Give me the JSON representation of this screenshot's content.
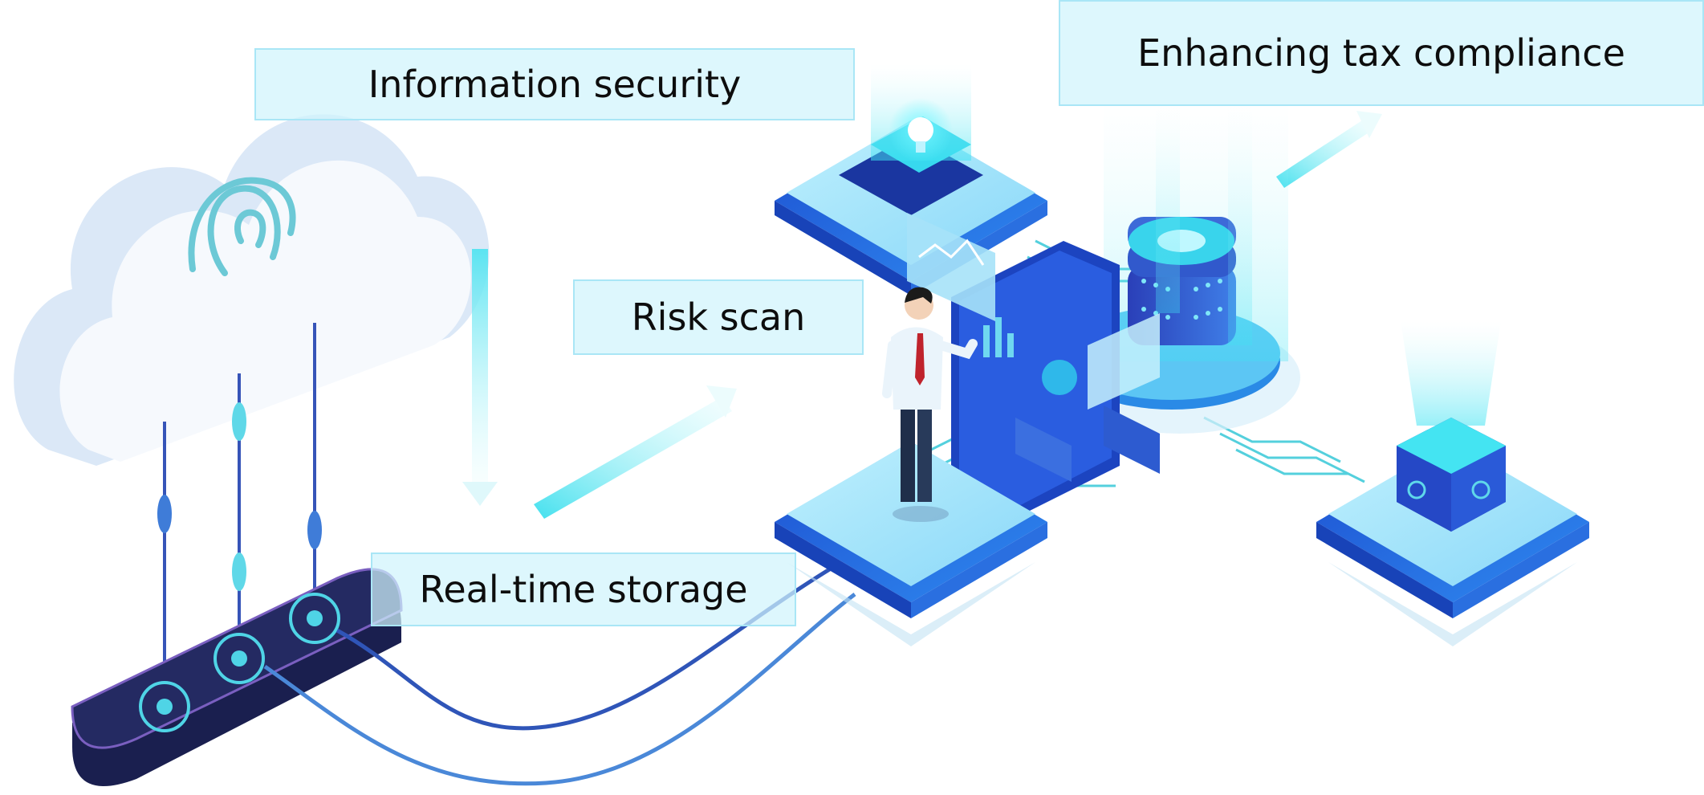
{
  "labels": {
    "information_security": "Information security",
    "tax_compliance": "Enhancing tax compliance",
    "risk_scan": "Risk scan",
    "realtime_storage": "Real-time storage"
  },
  "icons": [
    "cloud-icon",
    "fingerprint-icon",
    "node-pad-icon",
    "lightbulb-icon",
    "server-stack-icon",
    "glowing-cube-icon",
    "businessman-icon",
    "dashboard-panel-icon",
    "flow-arrow-icon"
  ],
  "colors": {
    "accent": "#1e62d8",
    "cyan": "#3fd6ee",
    "navy": "#161b4d",
    "label_fill": "#d0f4fc"
  }
}
